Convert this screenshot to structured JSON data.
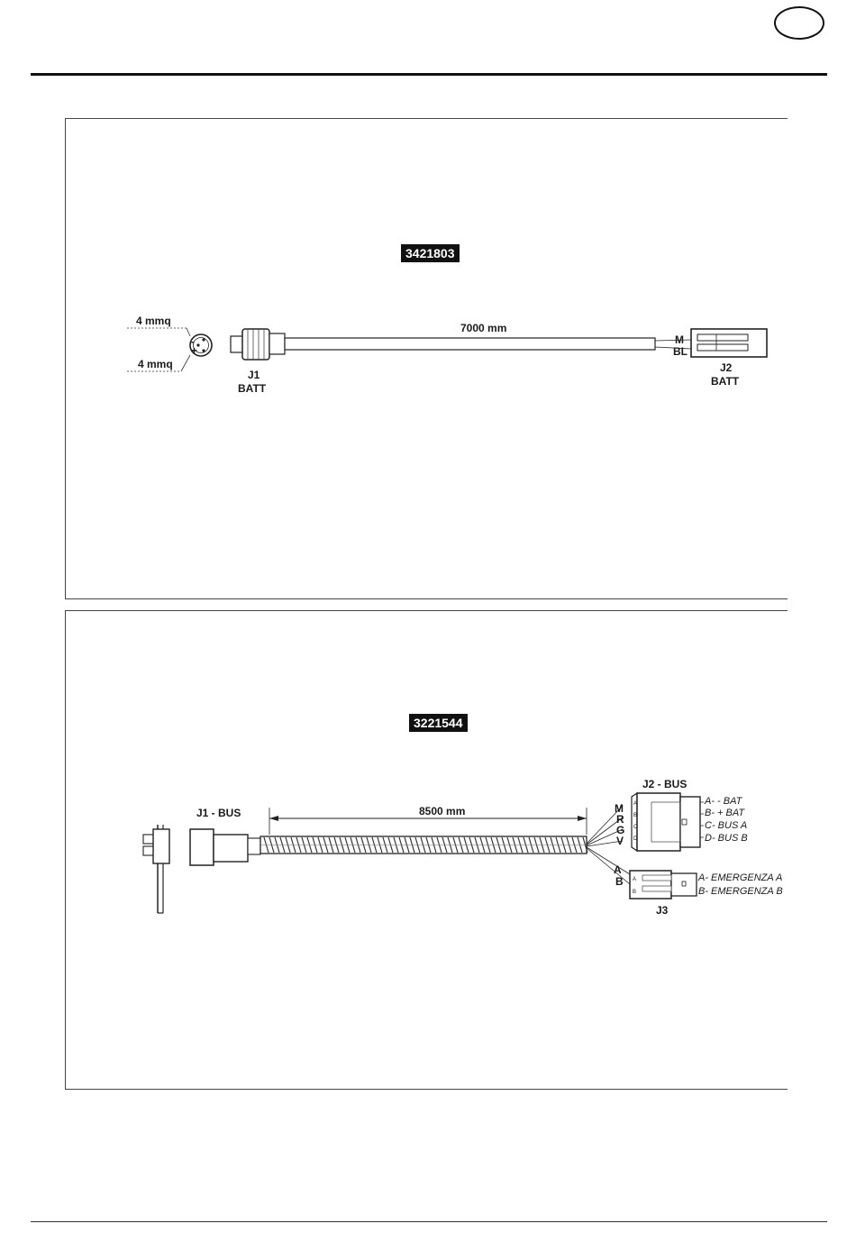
{
  "page": {},
  "diagram1": {
    "part_number": "3421803",
    "wire_size_top": "4 mmq",
    "wire_size_bottom": "4 mmq",
    "pin_minus": "-",
    "pin_plus": "+",
    "length": "7000 mm",
    "wire_m": "M",
    "wire_bl": "BL",
    "j1_name": "J1",
    "j1_label": "BATT",
    "j2_name": "J2",
    "j2_label": "BATT"
  },
  "diagram2": {
    "part_number": "3221544",
    "j1_label": "J1 - BUS",
    "length": "8500 mm",
    "j2_label": "J2 - BUS",
    "j2_wires": [
      "M",
      "R",
      "G",
      "V"
    ],
    "j2_pins": [
      "A",
      "B",
      "C",
      "D"
    ],
    "j2_pin_descriptions": [
      "A- - BAT",
      "B- + BAT",
      "C- BUS A",
      "D- BUS B"
    ],
    "j3_wires": [
      "A",
      "B"
    ],
    "j3_pins": [
      "A",
      "B"
    ],
    "j3_pin_descriptions": [
      "A- EMERGENZA A",
      "B- EMERGENZA B"
    ],
    "j3_label": "J3"
  }
}
